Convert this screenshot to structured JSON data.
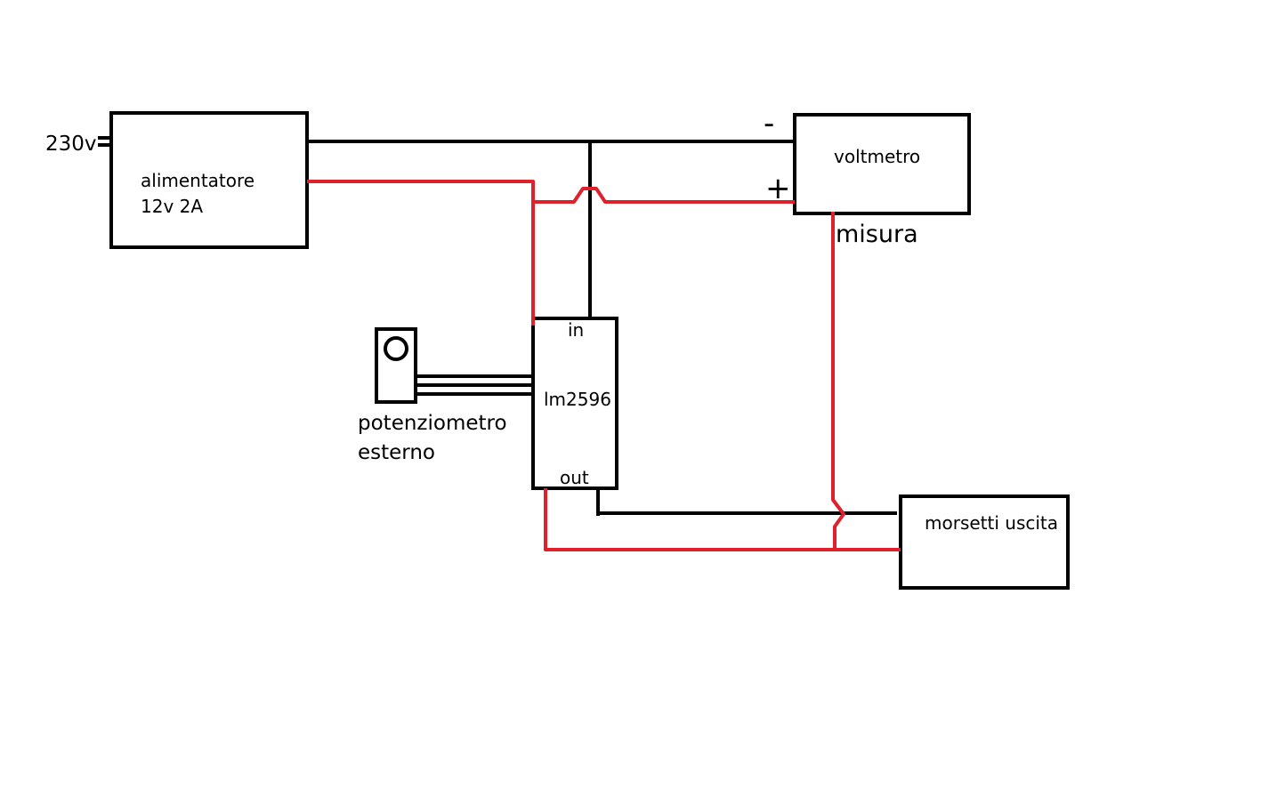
{
  "colors": {
    "black_wire": "#000000",
    "red_wire": "#e0202a",
    "box_stroke": "#000000",
    "background": "#ffffff"
  },
  "labels": {
    "mains": "230v",
    "power_supply_line1": "alimentatore",
    "power_supply_line2": "12v 2A",
    "voltmeter": "voltmetro",
    "voltmeter_minus": "-",
    "voltmeter_plus": "+",
    "measure": "misura",
    "regulator_in": "in",
    "regulator": "lm2596",
    "regulator_out": "out",
    "potentiometer_line1": "potenziometro",
    "potentiometer_line2": "esterno",
    "output_terminals": "morsetti uscita"
  }
}
